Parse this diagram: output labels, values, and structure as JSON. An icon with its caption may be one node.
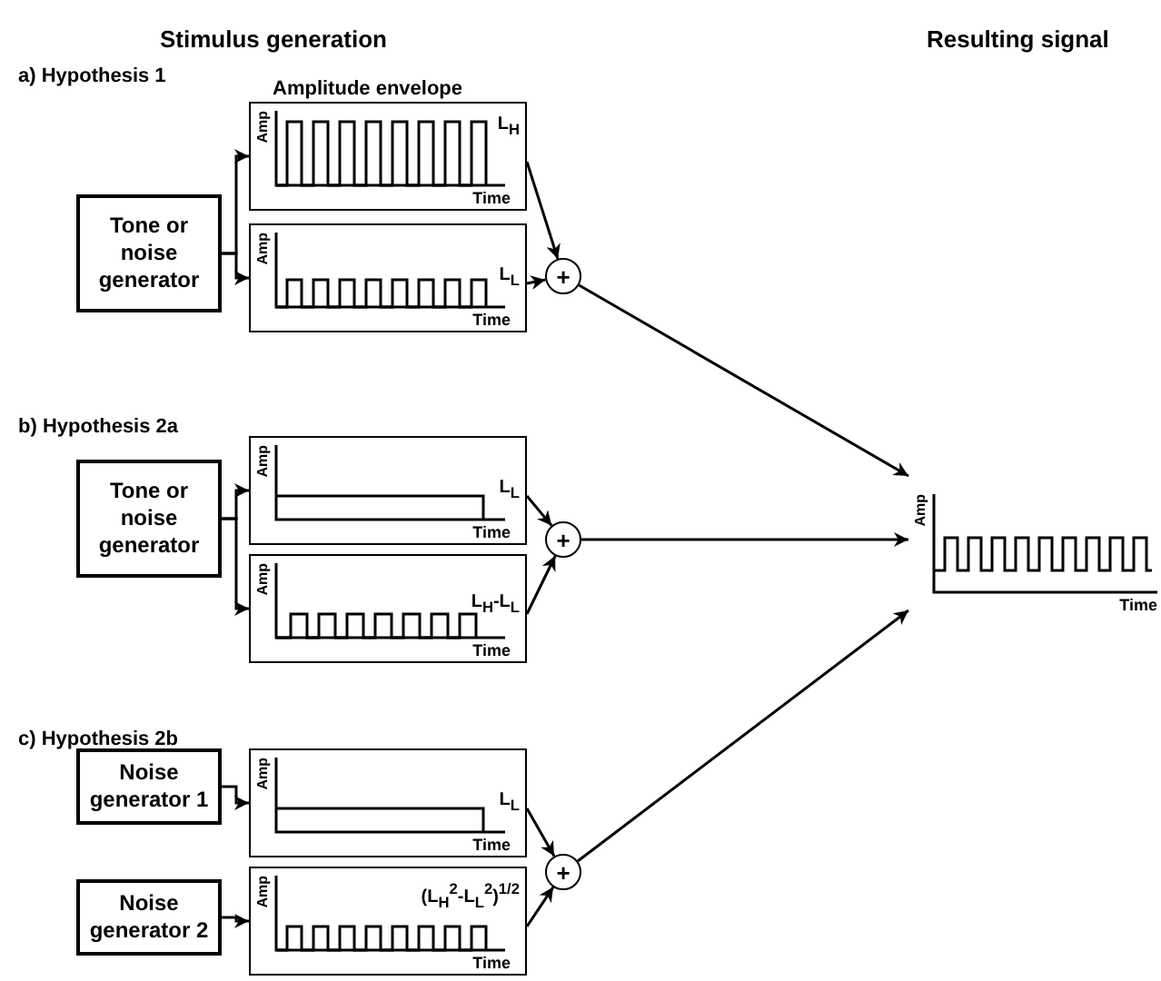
{
  "diagram": {
    "nodes": [
      {
        "text": [
          "Tone or noise generator"
        ]
      },
      {
        "text": [
          "Amp",
          "L$_{H}$",
          "Time"
        ]
      },
      {
        "text": [
          "Amp",
          "L$_{L}$",
          "Time"
        ]
      },
      {
        "text": [
          "+"
        ]
      },
      {
        "text": [
          "Tone or noise generator"
        ]
      },
      {
        "text": [
          "Amp",
          "L$_{L}$",
          "Time"
        ]
      },
      {
        "text": [
          "Amp",
          "L$_{H}$-L$_{L}$",
          "Time"
        ]
      },
      {
        "text": [
          "+"
        ]
      },
      {
        "text": [
          "Noise generator 1"
        ]
      },
      {
        "text": [
          "Noise generator 2"
        ]
      },
      {
        "text": [
          "Amp",
          "L$_{L}$",
          "Time"
        ]
      },
      {
        "text": [
          "Amp",
          "(L$_{H}$$^{2}$-L$_{L}$$^{2}$)$^{1/2}$",
          "Time"
        ]
      },
      {
        "text": [
          "+"
        ]
      },
      {
        "text": [
          "Amp",
          "Time"
        ]
      }
    ],
    "edges": [
      {
        "from": 0,
        "to": 1,
        "arrow": "to"
      },
      {
        "from": 0,
        "to": 2,
        "arrow": "to"
      },
      {
        "from": 1,
        "to": 3,
        "arrow": "to"
      },
      {
        "from": 2,
        "to": 3,
        "arrow": "to"
      },
      {
        "from": 3,
        "to": 13,
        "arrow": "to"
      },
      {
        "from": 4,
        "to": 5,
        "arrow": "to"
      },
      {
        "from": 4,
        "to": 6,
        "arrow": "to"
      },
      {
        "from": 5,
        "to": 7,
        "arrow": "to"
      },
      {
        "from": 6,
        "to": 7,
        "arrow": "to"
      },
      {
        "from": 7,
        "to": 13,
        "arrow": "to"
      },
      {
        "from": 8,
        "to": 10,
        "arrow": "to"
      },
      {
        "from": 9,
        "to": 11,
        "arrow": "to"
      },
      {
        "from": 10,
        "to": 12,
        "arrow": "to"
      },
      {
        "from": 11,
        "to": 12,
        "arrow": "to"
      },
      {
        "from": 12,
        "to": 13,
        "arrow": "to"
      }
    ],
    "labels": [
      "Stimulus generation",
      "Resulting signal",
      "a) Hypothesis 1",
      "Amplitude envelope",
      "b) Hypothesis 2a",
      "c) Hypothesis 2b"
    ]
  }
}
